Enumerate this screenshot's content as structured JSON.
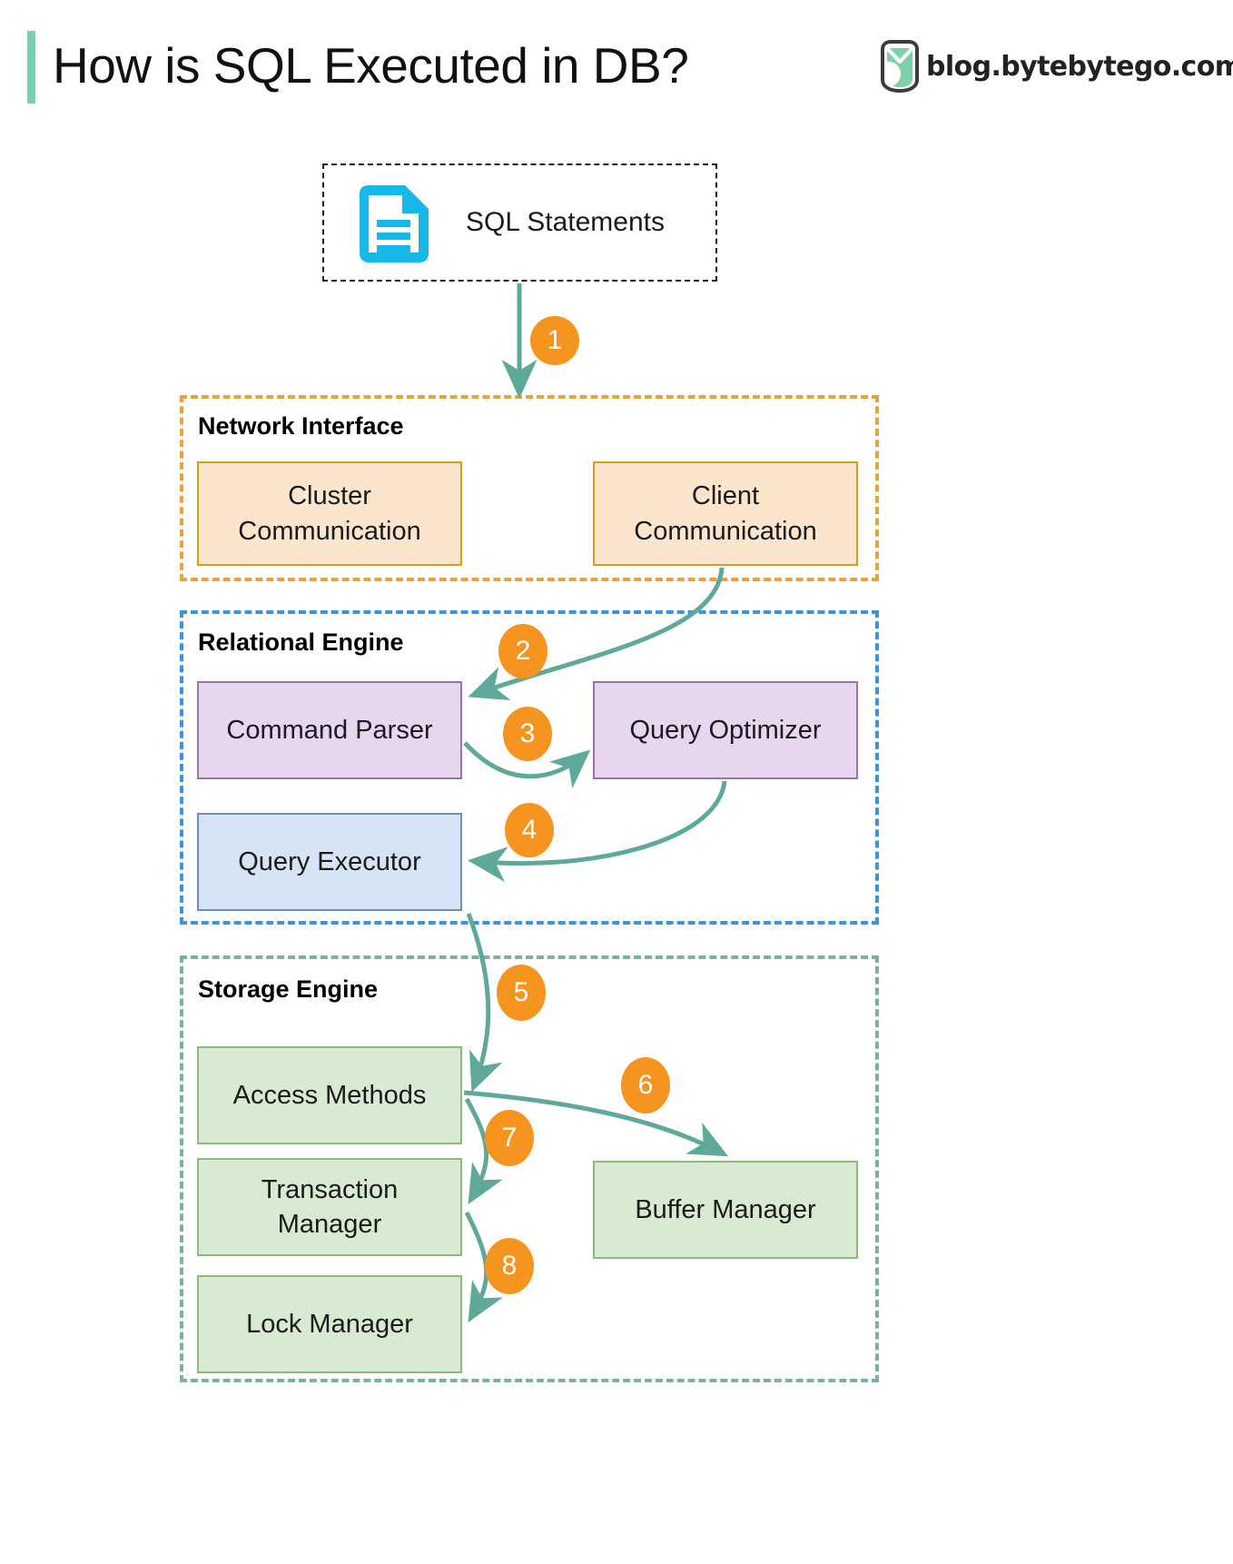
{
  "header": {
    "title": "How is SQL Executed in DB?",
    "brand_text": "blog.bytebytego.com",
    "accent_bar_color": "#7ed0ab",
    "logo_icon": "bytebytego-logo-icon"
  },
  "source": {
    "label": "SQL Statements",
    "icon": "document-icon",
    "icon_color": "#16B8E8",
    "border_style": "dashed-black"
  },
  "groups": [
    {
      "id": "network-interface",
      "label": "Network Interface",
      "border_color": "#E8A33D",
      "nodes": [
        {
          "id": "cluster-communication",
          "label": "Cluster\nCommunication",
          "fill": "#FCE5CD",
          "stroke": "#D6A01D"
        },
        {
          "id": "client-communication",
          "label": "Client\nCommunication",
          "fill": "#FCE5CD",
          "stroke": "#D6A01D"
        }
      ]
    },
    {
      "id": "relational-engine",
      "label": "Relational Engine",
      "border_color": "#3E93DD",
      "nodes": [
        {
          "id": "command-parser",
          "label": "Command Parser",
          "fill": "#E6D7EE",
          "stroke": "#9B71AE"
        },
        {
          "id": "query-optimizer",
          "label": "Query Optimizer",
          "fill": "#E6D7EE",
          "stroke": "#9B71AE"
        },
        {
          "id": "query-executor",
          "label": "Query Executor",
          "fill": "#D7E4F7",
          "stroke": "#6C8EBF"
        }
      ]
    },
    {
      "id": "storage-engine",
      "label": "Storage Engine",
      "border_color": "#7FAF9E",
      "nodes": [
        {
          "id": "access-methods",
          "label": "Access Methods",
          "fill": "#D9EAD3",
          "stroke": "#8FB97B"
        },
        {
          "id": "transaction-manager",
          "label": "Transaction\nManager",
          "fill": "#D9EAD3",
          "stroke": "#8FB97B"
        },
        {
          "id": "lock-manager",
          "label": "Lock Manager",
          "fill": "#D9EAD3",
          "stroke": "#8FB97B"
        },
        {
          "id": "buffer-manager",
          "label": "Buffer Manager",
          "fill": "#D9EAD3",
          "stroke": "#8FB97B"
        }
      ]
    }
  ],
  "node_labels": {
    "cluster_communication_l1": "Cluster",
    "cluster_communication_l2": "Communication",
    "client_communication_l1": "Client",
    "client_communication_l2": "Communication",
    "command_parser": "Command Parser",
    "query_optimizer": "Query Optimizer",
    "query_executor": "Query Executor",
    "access_methods": "Access Methods",
    "transaction_manager_l1": "Transaction",
    "transaction_manager_l2": "Manager",
    "lock_manager": "Lock Manager",
    "buffer_manager": "Buffer Manager"
  },
  "group_labels": {
    "network": "Network Interface",
    "relational": "Relational Engine",
    "storage": "Storage Engine"
  },
  "steps": [
    {
      "n": "1",
      "from": "sql-statements",
      "to": "network-interface"
    },
    {
      "n": "2",
      "from": "client-communication",
      "to": "command-parser"
    },
    {
      "n": "3",
      "from": "command-parser",
      "to": "query-optimizer"
    },
    {
      "n": "4",
      "from": "query-optimizer",
      "to": "query-executor"
    },
    {
      "n": "5",
      "from": "query-executor",
      "to": "access-methods"
    },
    {
      "n": "6",
      "from": "access-methods",
      "to": "buffer-manager"
    },
    {
      "n": "7",
      "from": "access-methods",
      "to": "transaction-manager"
    },
    {
      "n": "8",
      "from": "transaction-manager",
      "to": "lock-manager"
    }
  ],
  "step_numbers": {
    "s1": "1",
    "s2": "2",
    "s3": "3",
    "s4": "4",
    "s5": "5",
    "s6": "6",
    "s7": "7",
    "s8": "8"
  },
  "colors": {
    "arrow": "#5FA99B",
    "step_badge": "#F5941F",
    "background": "#FFFFFF"
  }
}
